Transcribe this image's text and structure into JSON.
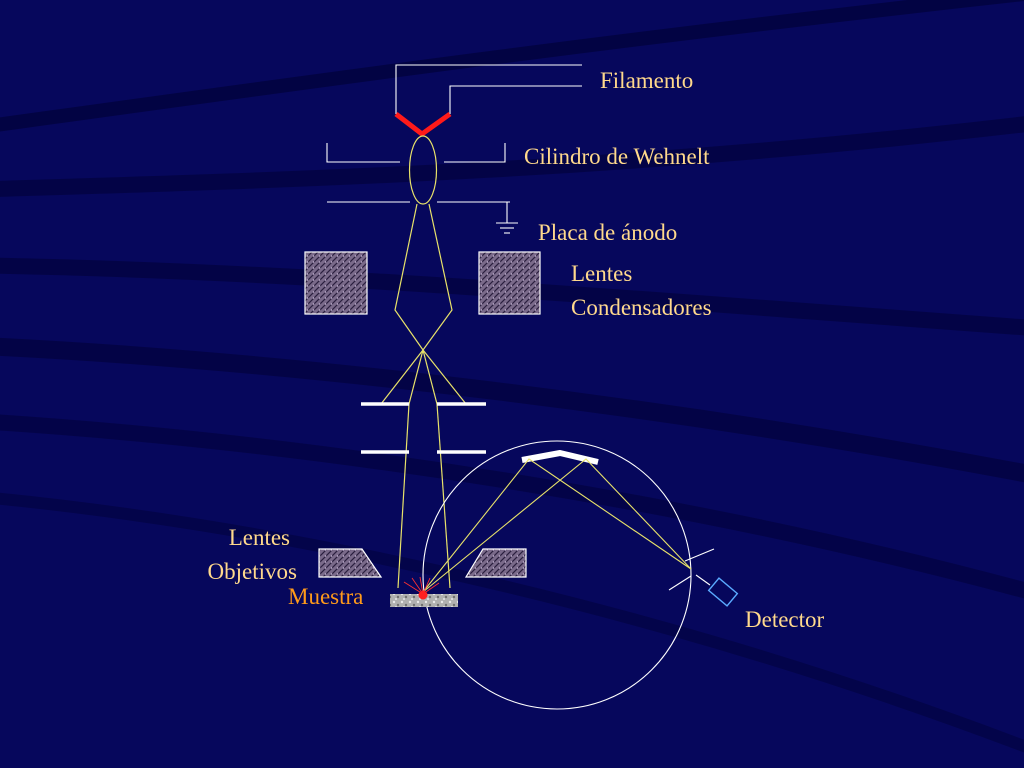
{
  "labels": {
    "filament": "Filamento",
    "wehnelt": "Cilindro de Wehnelt",
    "anode": "Placa de ánodo",
    "condenser_line1": "Lentes",
    "condenser_line2": "Condensadores",
    "objective_line1": "Lentes",
    "objective_line2": "Objetivos",
    "sample": "Muestra",
    "detector": "Detector"
  },
  "colors": {
    "background": "#06075c",
    "background_swoosh": "#000033",
    "label_text": "#ffd98c",
    "sample_label": "#ff9a1a",
    "outline": "#ffffff",
    "beam": "#e8e26a",
    "filament": "#ff1a1a",
    "lens_fill": "#7a6a8a",
    "sample_spot": "#ff2020"
  }
}
